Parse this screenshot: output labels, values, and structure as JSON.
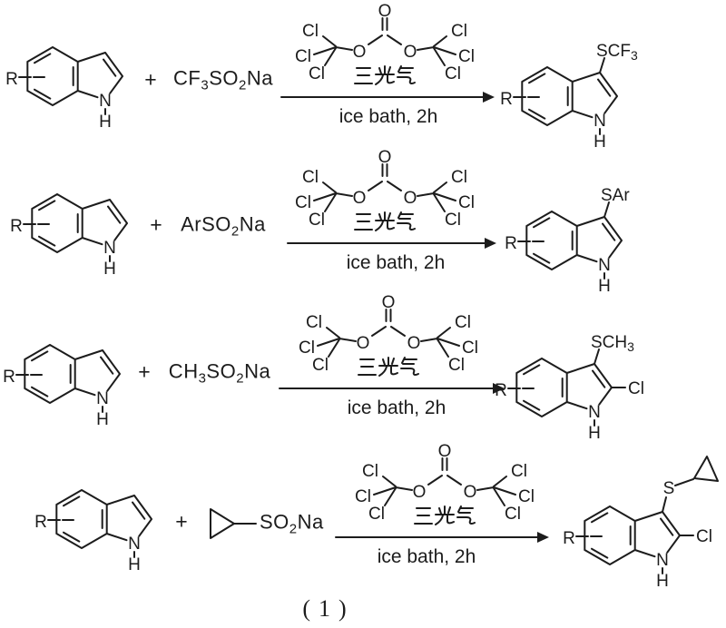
{
  "figure": {
    "label": "(1)"
  },
  "conditions": {
    "text": "ice bath, 2h"
  },
  "reagent": {
    "name": "triphosgene",
    "chinese_label": "三光气"
  },
  "colors": {
    "line": "#1c1c1c",
    "chinese_label": "#8f8f8f",
    "background": "#ffffff"
  },
  "chem": {
    "R": "R",
    "N": "N",
    "H": "H",
    "O": "O",
    "Cl": "Cl",
    "plus": "+"
  },
  "reactions": [
    {
      "sulfinate": {
        "p1": "CF",
        "s1": "3",
        "p2": "SO",
        "s2": "2",
        "p3": "Na"
      },
      "product": {
        "sub3_main": "SCF",
        "sub3_sub": "3"
      }
    },
    {
      "sulfinate": {
        "p1": "ArSO",
        "s1": "2",
        "p2": "Na"
      },
      "product": {
        "sub3_main": "SAr"
      }
    },
    {
      "sulfinate": {
        "p1": "CH",
        "s1": "3",
        "p2": "SO",
        "s2": "2",
        "p3": "Na"
      },
      "product": {
        "sub3_main": "SCH",
        "sub3_sub": "3",
        "sub2": "Cl"
      }
    },
    {
      "sulfinate": {
        "p1": "SO",
        "s1": "2",
        "p2": "Na",
        "group": "cyclopropyl"
      },
      "product": {
        "sub3_main": "S",
        "sub2": "Cl",
        "group_3": "cyclopropyl"
      }
    }
  ]
}
